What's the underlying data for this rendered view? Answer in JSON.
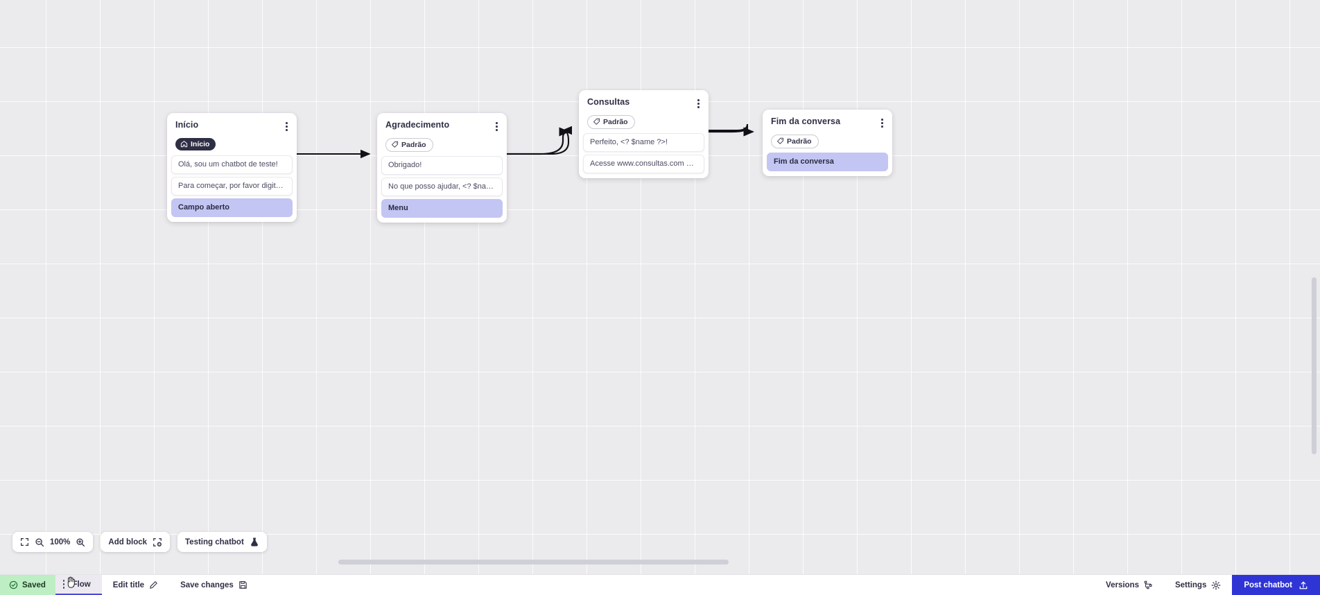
{
  "canvas": {
    "zoom_level": "100%",
    "nodes": [
      {
        "id": "inicio",
        "title": "Início",
        "tag": {
          "label": "Início",
          "style": "dark",
          "icon": "home-icon"
        },
        "rows": [
          {
            "text": "Olá, sou um chatbot de teste!",
            "accent": false
          },
          {
            "text": "Para começar, por favor digite o ...",
            "accent": false
          },
          {
            "text": "Campo aberto",
            "accent": true
          }
        ]
      },
      {
        "id": "agradecimento",
        "title": "Agradecimento",
        "tag": {
          "label": "Padrão",
          "style": "outline",
          "icon": "tag-icon"
        },
        "rows": [
          {
            "text": "Obrigado!",
            "accent": false
          },
          {
            "text": "No que posso ajudar, <? $name ...",
            "accent": false
          },
          {
            "text": "Menu",
            "accent": true
          }
        ]
      },
      {
        "id": "consultas",
        "title": "Consultas",
        "tag": {
          "label": "Padrão",
          "style": "outline",
          "icon": "tag-icon"
        },
        "rows": [
          {
            "text": "Perfeito, <? $name ?>!",
            "accent": false
          },
          {
            "text": "Acesse www.consultas.com par...",
            "accent": false
          }
        ]
      },
      {
        "id": "fim-da-conversa",
        "title": "Fim da conversa",
        "tag": {
          "label": "Padrão",
          "style": "outline",
          "icon": "tag-icon"
        },
        "rows": [
          {
            "text": "Fim da conversa",
            "accent": true
          }
        ]
      }
    ]
  },
  "toolbar": {
    "fit_icon": "fit-screen-icon",
    "zoom_out_icon": "zoom-out-icon",
    "zoom_level": "100%",
    "zoom_in_icon": "zoom-in-icon",
    "add_block_label": "Add block",
    "add_block_icon": "add-block-icon",
    "testing_chatbot_label": "Testing chatbot",
    "testing_chatbot_icon": "flask-icon"
  },
  "bottom_bar": {
    "saved_label": "Saved",
    "saved_icon": "check-circle-icon",
    "flow_label": "Flow",
    "flow_menu_icon": "kebab-icon",
    "edit_title_label": "Edit title",
    "edit_title_icon": "pencil-icon",
    "save_changes_label": "Save changes",
    "save_changes_icon": "floppy-icon",
    "versions_label": "Versions",
    "versions_icon": "branch-icon",
    "settings_label": "Settings",
    "settings_icon": "gear-icon",
    "post_chatbot_label": "Post chatbot",
    "post_chatbot_icon": "upload-icon"
  },
  "colors": {
    "accent_row": "#c3c5f2",
    "primary": "#2f35d4",
    "saved_bg": "#bdeec4",
    "tab_underline": "#4b47d6"
  }
}
